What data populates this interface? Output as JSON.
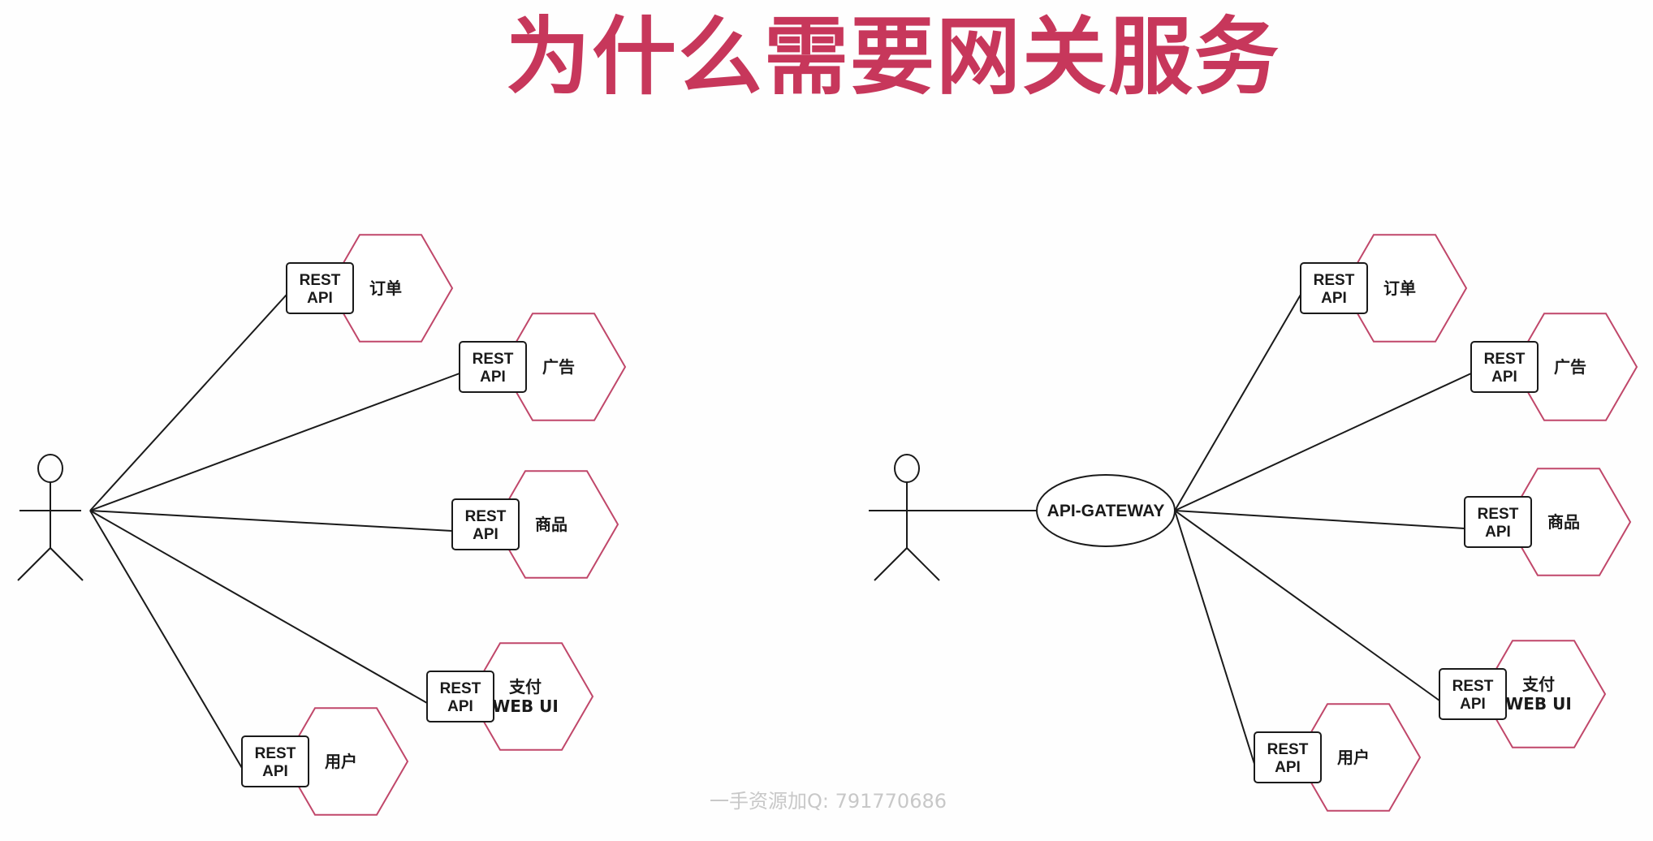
{
  "title": "为什么需要网关服务",
  "gateway_label": "API-GATEWAY",
  "api_box_label": [
    "REST",
    "API"
  ],
  "services": [
    {
      "label": [
        "订单"
      ]
    },
    {
      "label": [
        "广告"
      ]
    },
    {
      "label": [
        "商品"
      ]
    },
    {
      "label": [
        "支付",
        "WEB UI"
      ]
    },
    {
      "label": [
        "用户"
      ]
    }
  ],
  "watermark": "一手资源加Q: 791770686",
  "colors": {
    "title": "#c7375b",
    "hexagon_stroke": "#c0476a",
    "line": "#1a1a1a",
    "watermark": "#c8c8c8"
  }
}
